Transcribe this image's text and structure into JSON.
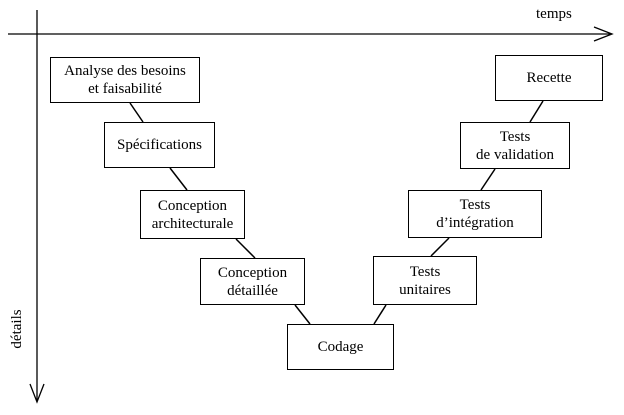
{
  "axes": {
    "horizontal_label": "temps",
    "vertical_label": "détails"
  },
  "phases": {
    "analyse": "Analyse des besoins\net faisabilité",
    "specifications": "Spécifications",
    "conception_architecturale": "Conception\narchitecturale",
    "conception_detaillee": "Conception\ndétaillée",
    "codage": "Codage",
    "tests_unitaires": "Tests\nunitaires",
    "tests_integration": "Tests\nd’intégration",
    "tests_validation": "Tests\nde validation",
    "recette": "Recette"
  },
  "colors": {
    "stroke": "#000000",
    "background": "#ffffff"
  }
}
